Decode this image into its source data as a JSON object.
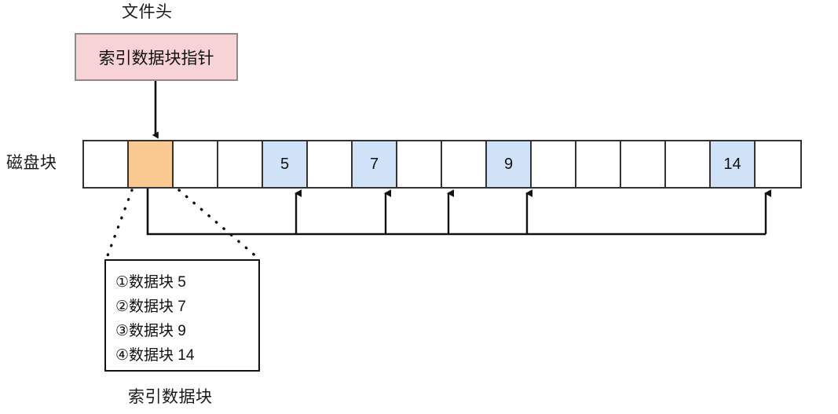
{
  "diagram": {
    "title_label": "文件头",
    "header_box": {
      "text": "索引数据块指针",
      "fill": "#f7d3d6",
      "stroke": "#8c8c8c"
    },
    "disk_row": {
      "label": "磁盘块",
      "cell_count": 16,
      "colors": {
        "index_block": "#fac891",
        "data_block": "#cfe2f7",
        "empty": "#ffffff",
        "border": "#333333"
      },
      "cells": [
        {
          "index": 0,
          "text": "",
          "kind": "empty"
        },
        {
          "index": 1,
          "text": "",
          "kind": "index"
        },
        {
          "index": 2,
          "text": "",
          "kind": "empty"
        },
        {
          "index": 3,
          "text": "",
          "kind": "empty"
        },
        {
          "index": 4,
          "text": "5",
          "kind": "data"
        },
        {
          "index": 5,
          "text": "",
          "kind": "empty"
        },
        {
          "index": 6,
          "text": "7",
          "kind": "data"
        },
        {
          "index": 7,
          "text": "",
          "kind": "empty"
        },
        {
          "index": 8,
          "text": "",
          "kind": "empty"
        },
        {
          "index": 9,
          "text": "9",
          "kind": "data"
        },
        {
          "index": 10,
          "text": "",
          "kind": "empty"
        },
        {
          "index": 11,
          "text": "",
          "kind": "empty"
        },
        {
          "index": 12,
          "text": "",
          "kind": "empty"
        },
        {
          "index": 13,
          "text": "",
          "kind": "empty"
        },
        {
          "index": 14,
          "text": "14",
          "kind": "data"
        },
        {
          "index": 15,
          "text": "",
          "kind": "empty"
        }
      ]
    },
    "legend_box": {
      "caption": "索引数据块",
      "entries": [
        "①数据块 5",
        "②数据块 7",
        "③数据块 9",
        "④数据块 14"
      ]
    }
  }
}
